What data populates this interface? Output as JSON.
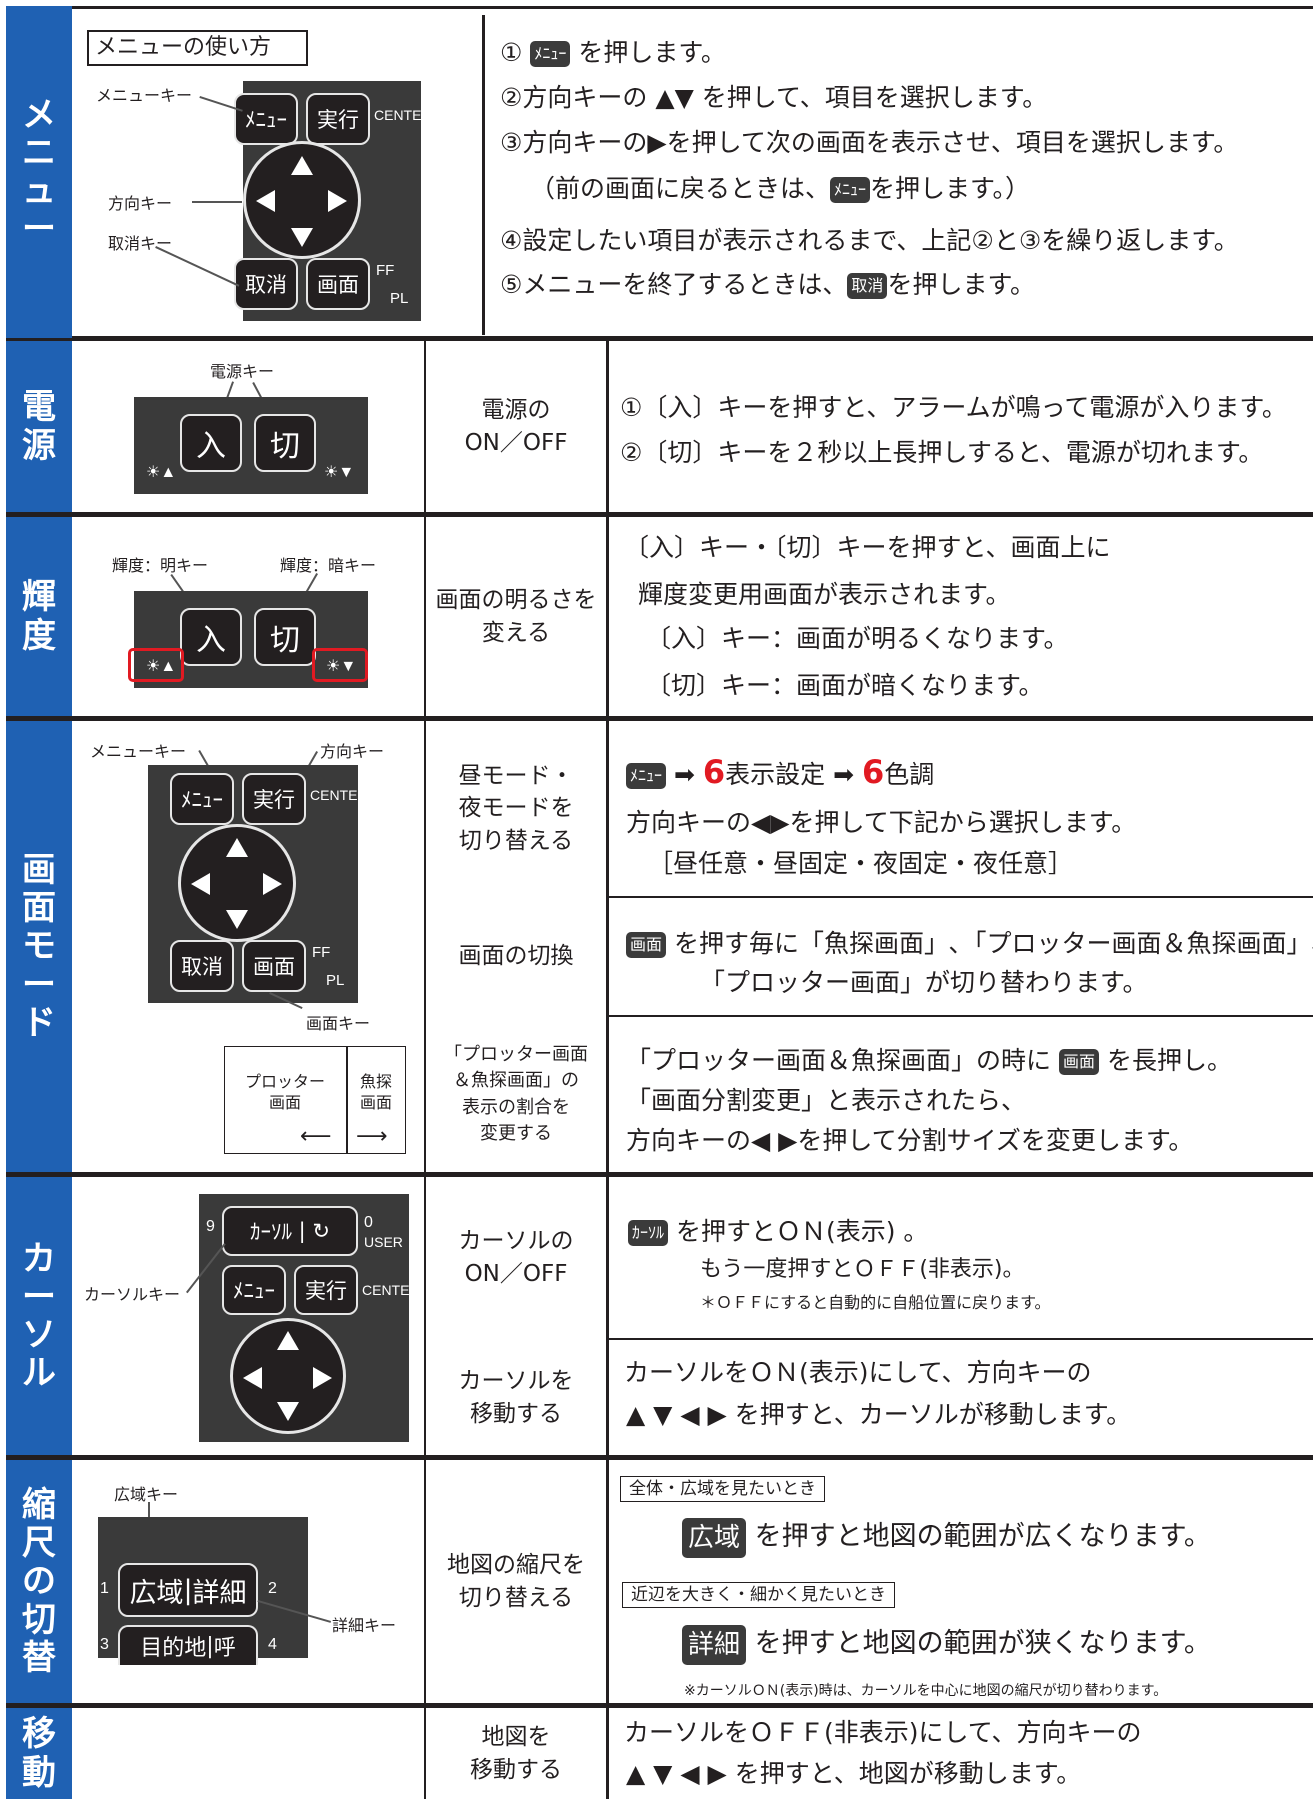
{
  "sections": {
    "menu": "メニュー",
    "power": "電源",
    "brightness": "輝度",
    "screen_mode": "画面モード",
    "cursor": "カーソル",
    "scale": "縮尺の切替",
    "move": "移動"
  },
  "menu": {
    "how_to": "メニューの使い方",
    "labels": {
      "menu_key": "メニューキー",
      "dir_key": "方向キー",
      "cancel_key": "取消キー"
    },
    "keys": {
      "menu": "ﾒﾆｭｰ",
      "exec": "実行",
      "center": "CENTER",
      "cancel": "取消",
      "screen": "画面",
      "ff": "FF",
      "pl": "PL"
    },
    "steps": {
      "s1_pre": "①",
      "s1_post": "を押します。",
      "s2": "②方向キーの ▲▼ を押して、項目を選択します。",
      "s3": "③方向キーの▶を押して次の画面を表示させ、項目を選択します。",
      "s3b_pre": "（前の画面に戻るときは、",
      "s3b_post": "を押します。）",
      "s4": "④設定したい項目が表示されるまで、上記②と③を繰り返します。",
      "s5_pre": "⑤メニューを終了するときは、",
      "s5_post": "を押します。"
    }
  },
  "power": {
    "key_label": "電源キー",
    "on": "入",
    "off": "切",
    "mid": "電源の\nON／OFF",
    "d1": "①〔入〕キーを押すと、アラームが鳴って電源が入ります。",
    "d2": "②〔切〕キーを２秒以上長押しすると、電源が切れます。"
  },
  "brightness": {
    "light_label": "輝度：明キー",
    "dark_label": "輝度：暗キー",
    "mid": "画面の明るさを\n変える",
    "d1": "〔入〕キー・〔切〕キーを押すと、画面上に",
    "d2": "輝度変更用画面が表示されます。",
    "d3": "〔入〕キー：画面が明るくなります。",
    "d4": "〔切〕キー：画面が暗くなります。"
  },
  "screen_mode": {
    "menu_key": "メニューキー",
    "dir_key": "方向キー",
    "screen_key": "画面キー",
    "split_left": "プロッター\n画面",
    "split_right": "魚探\n画面",
    "row1_mid": "昼モード・\n夜モードを\n切り替える",
    "row1_l1a": "表示設定",
    "row1_l1b": "色調",
    "num6": "6",
    "row1_l2": "方向キーの◀▶を押して下記から選択します。",
    "row1_l3": "［昼任意・昼固定・夜固定・夜任意］",
    "row2_mid": "画面の切換",
    "row2_l1": "を押す毎に「魚探画面」､「プロッター画面＆魚探画面」､",
    "row2_l2": "「プロッター画面」が切り替わります。",
    "row3_mid": "「プロッター画面\n＆魚探画面」の\n表示の割合を\n変更する",
    "row3_l1a": "「プロッター画面＆魚探画面」の時に",
    "row3_l1b": "を長押し。",
    "row3_l2": "「画面分割変更」と表示されたら、",
    "row3_l3": "方向キーの◀ ▶を押して分割サイズを変更します。"
  },
  "cursor": {
    "cursor_key": "カーソルキー",
    "key_cursor": "ｶｰｿﾙ",
    "k9": "9",
    "k0": "0",
    "user": "USER",
    "row1_mid": "カーソルの\nON／OFF",
    "row1_l1": "を押すとＯＮ(表示) 。",
    "row1_l2": "もう一度押すとＯＦＦ(非表示)。",
    "row1_l3": "＊ＯＦＦにすると自動的に自船位置に戻ります。",
    "row2_mid": "カーソルを\n移動する",
    "row2_l1": "カーソルをＯＮ(表示)にして、方向キーの",
    "row2_l2": "▲ ▼ ◀ ▶ を押すと、カーソルが移動します。"
  },
  "scale": {
    "wide_label": "広域キー",
    "detail_label": "詳細キー",
    "wide": "広域",
    "detail": "詳細",
    "dest": "目的地",
    "call": "呼",
    "n1": "1",
    "n2": "2",
    "n3": "3",
    "n4": "4",
    "mid": "地図の縮尺を\n切り替える",
    "box1": "全体・広域を見たいとき",
    "l1": "を押すと地図の範囲が広くなります。",
    "box2": "近辺を大きく・細かく見たいとき",
    "l2": "を押すと地図の範囲が狭くなります。",
    "note": "※カーソルＯＮ(表示)時は、カーソルを中心に地図の縮尺が切り替わります。"
  },
  "move": {
    "mid": "地図を\n移動する",
    "l1": "カーソルをＯＦＦ(非表示)にして、方向キーの",
    "l2": "▲ ▼ ◀ ▶ を押すと、地図が移動します。"
  }
}
